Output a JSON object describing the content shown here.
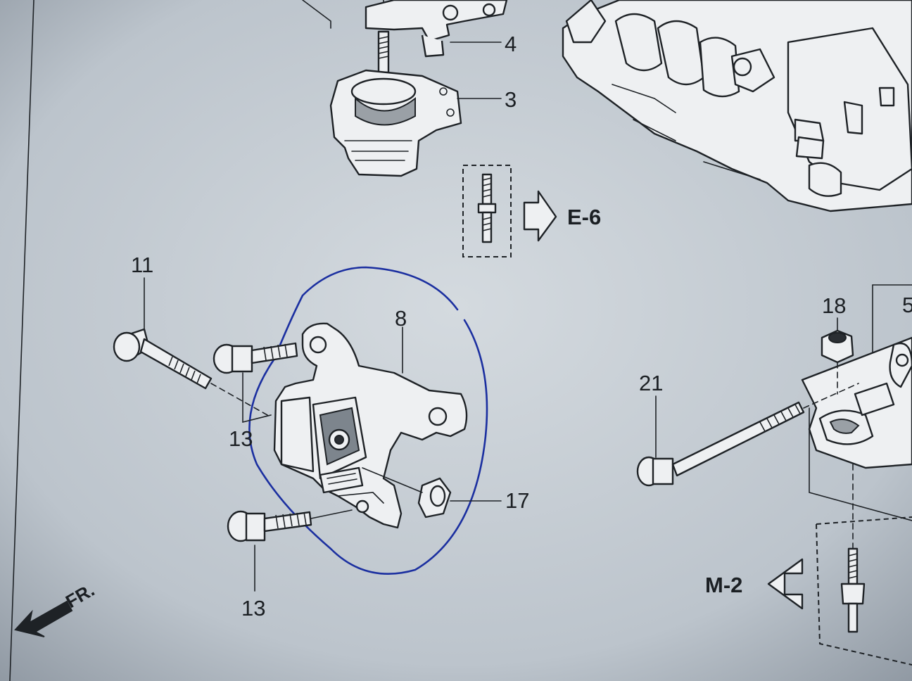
{
  "labels": {
    "part_3": "3",
    "part_4": "4",
    "part_5": "5",
    "part_8": "8",
    "part_11": "11",
    "part_13_upper": "13",
    "part_13_lower": "13",
    "part_17": "17",
    "part_18": "18",
    "part_21": "21"
  },
  "references": {
    "e6": "E-6",
    "m2": "M-2"
  },
  "direction": {
    "front": "FR."
  },
  "colors": {
    "paper": "#b9c1c9",
    "ink_line": "#1e2226",
    "pen_circle": "#1b2fa0"
  }
}
